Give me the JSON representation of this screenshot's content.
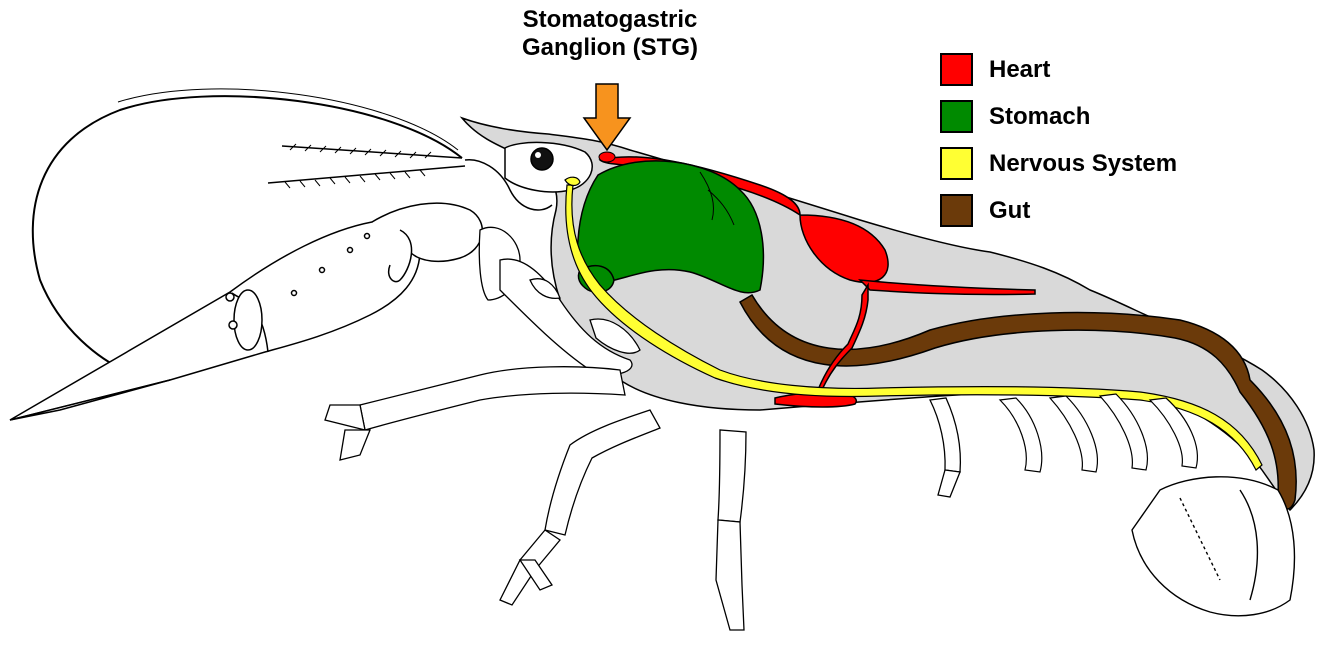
{
  "callout": {
    "line1": "Stomatogastric",
    "line2": "Ganglion (STG)",
    "arrow_color": "#f7931e"
  },
  "legend": [
    {
      "label": "Heart",
      "color": "#ff0000"
    },
    {
      "label": "Stomach",
      "color": "#008a00"
    },
    {
      "label": "Nervous System",
      "color": "#ffff33"
    },
    {
      "label": "Gut",
      "color": "#6b3a0a"
    }
  ],
  "colors": {
    "body_fill": "#d9d9d9",
    "outline": "#000000"
  }
}
